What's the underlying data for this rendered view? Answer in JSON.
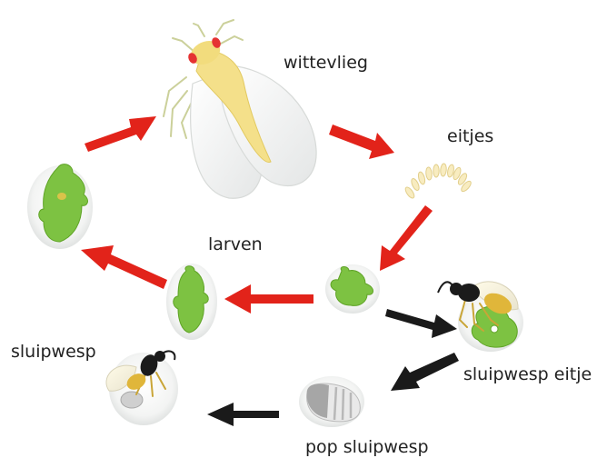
{
  "labels": {
    "whitefly": "wittevlieg",
    "eggs": "eitjes",
    "larvae": "larven",
    "parasitic_wasp": "sluipwesp",
    "parasitic_wasp_egg": "sluipwesp eitje",
    "wasp_pupa": "pop sluipwesp"
  },
  "colors": {
    "whitefly_cycle_arrow": "#e2231a",
    "wasp_cycle_arrow": "#1a1a1a",
    "larva_green": "#7dc242",
    "whitefly_body": "#f4e08a",
    "wasp_body": "#1b1b1b",
    "wasp_abdomen": "#e0b63a"
  }
}
